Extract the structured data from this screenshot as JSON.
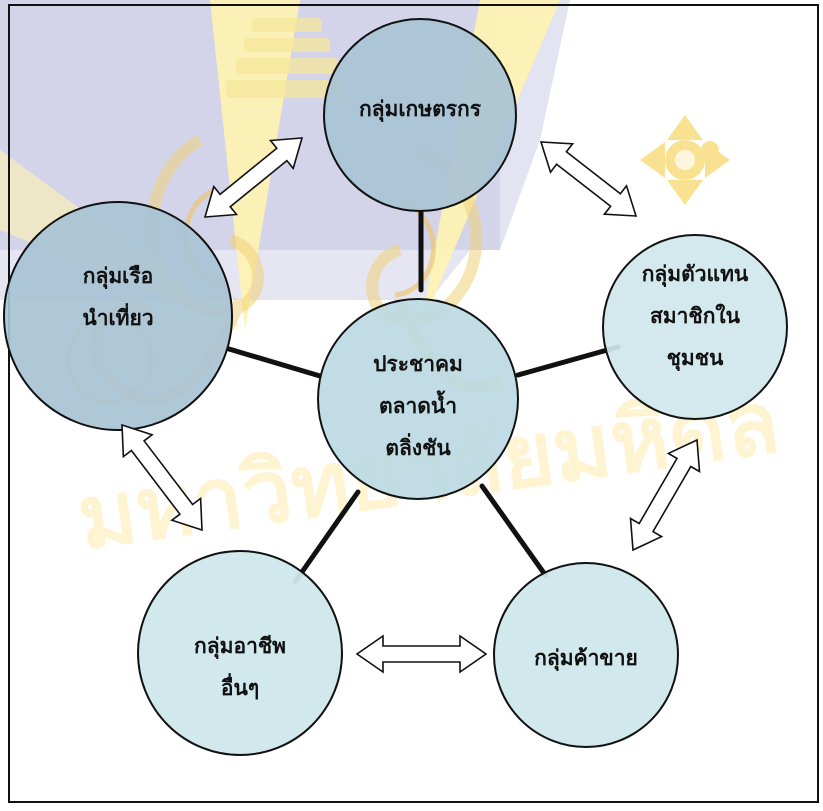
{
  "diagram": {
    "colors": {
      "border": "#111111",
      "connector": "#111111",
      "node_fill_light": "#cfe8ec",
      "node_fill_dark": "#a7c4d6",
      "arrow_fill": "#ffffff",
      "watermark_blue": "#c9cbe6",
      "watermark_gold": "#fff1a8",
      "watermark_gold_text": "#fde79a"
    },
    "center": {
      "line1": "ประชาคม",
      "line2": "ตลาดน้ำ",
      "line3": "ตลิ่งชัน"
    },
    "nodes": {
      "farmers": {
        "line1": "กลุ่มเกษตรกร"
      },
      "boats": {
        "line1": "กลุ่มเรือ",
        "line2": "นำเที่ยว"
      },
      "representatives": {
        "line1": "กลุ่มตัวแทน",
        "line2": "สมาชิกใน",
        "line3": "ชุมชน"
      },
      "other_careers": {
        "line1": "กลุ่มอาชีพ",
        "line2": "อื่นๆ"
      },
      "merchants": {
        "line1": "กลุ่มค้าขาย"
      }
    },
    "watermark_icon": "university-emblem-watermark"
  }
}
